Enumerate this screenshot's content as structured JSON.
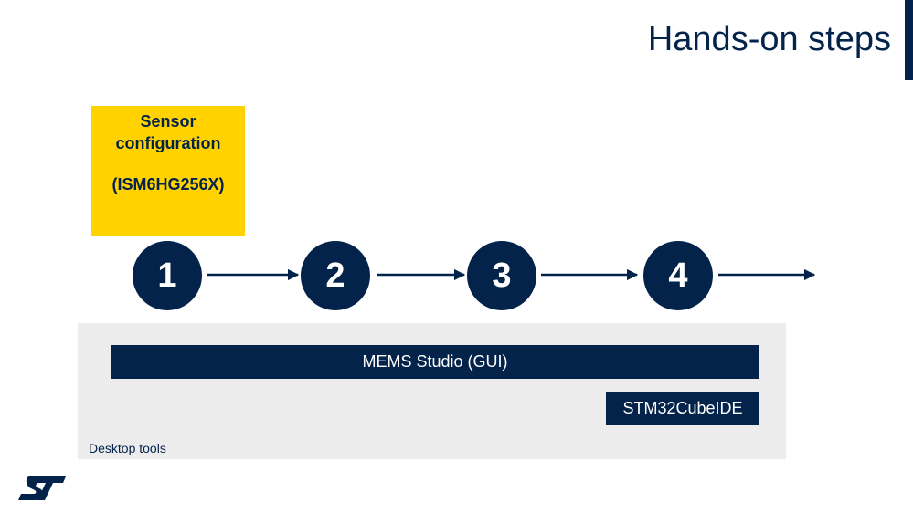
{
  "slide": {
    "title": "Hands-on steps"
  },
  "sensor_box": {
    "line1": "Sensor",
    "line2": "configuration",
    "line3": "(ISM6HG256X)"
  },
  "steps": [
    "1",
    "2",
    "3",
    "4"
  ],
  "tools": {
    "mems_studio": "MEMS Studio (GUI)",
    "cube_ide": "STM32CubeIDE",
    "panel_label": "Desktop tools"
  },
  "logo": {
    "text": "ST"
  },
  "colors": {
    "navy": "#03234b",
    "yellow": "#ffd200",
    "panel_gray": "#ececec"
  },
  "icons": {
    "logo": "st-logo-icon",
    "arrow": "arrow-right-icon"
  }
}
